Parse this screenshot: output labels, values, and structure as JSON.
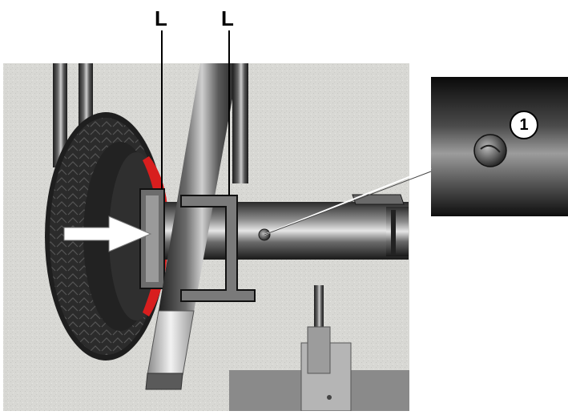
{
  "labels": {
    "left_l": "L",
    "right_l": "L",
    "detail_number": "1"
  },
  "icons": {
    "arrow": "arrow-right-icon"
  },
  "colors": {
    "background": "#d9d9d6",
    "tire": "#2a2a2a",
    "rim_red": "#d81e1e",
    "metal_dark": "#3a3a3a",
    "metal_light": "#c9c9c9",
    "arrow_fill": "#ffffff"
  }
}
